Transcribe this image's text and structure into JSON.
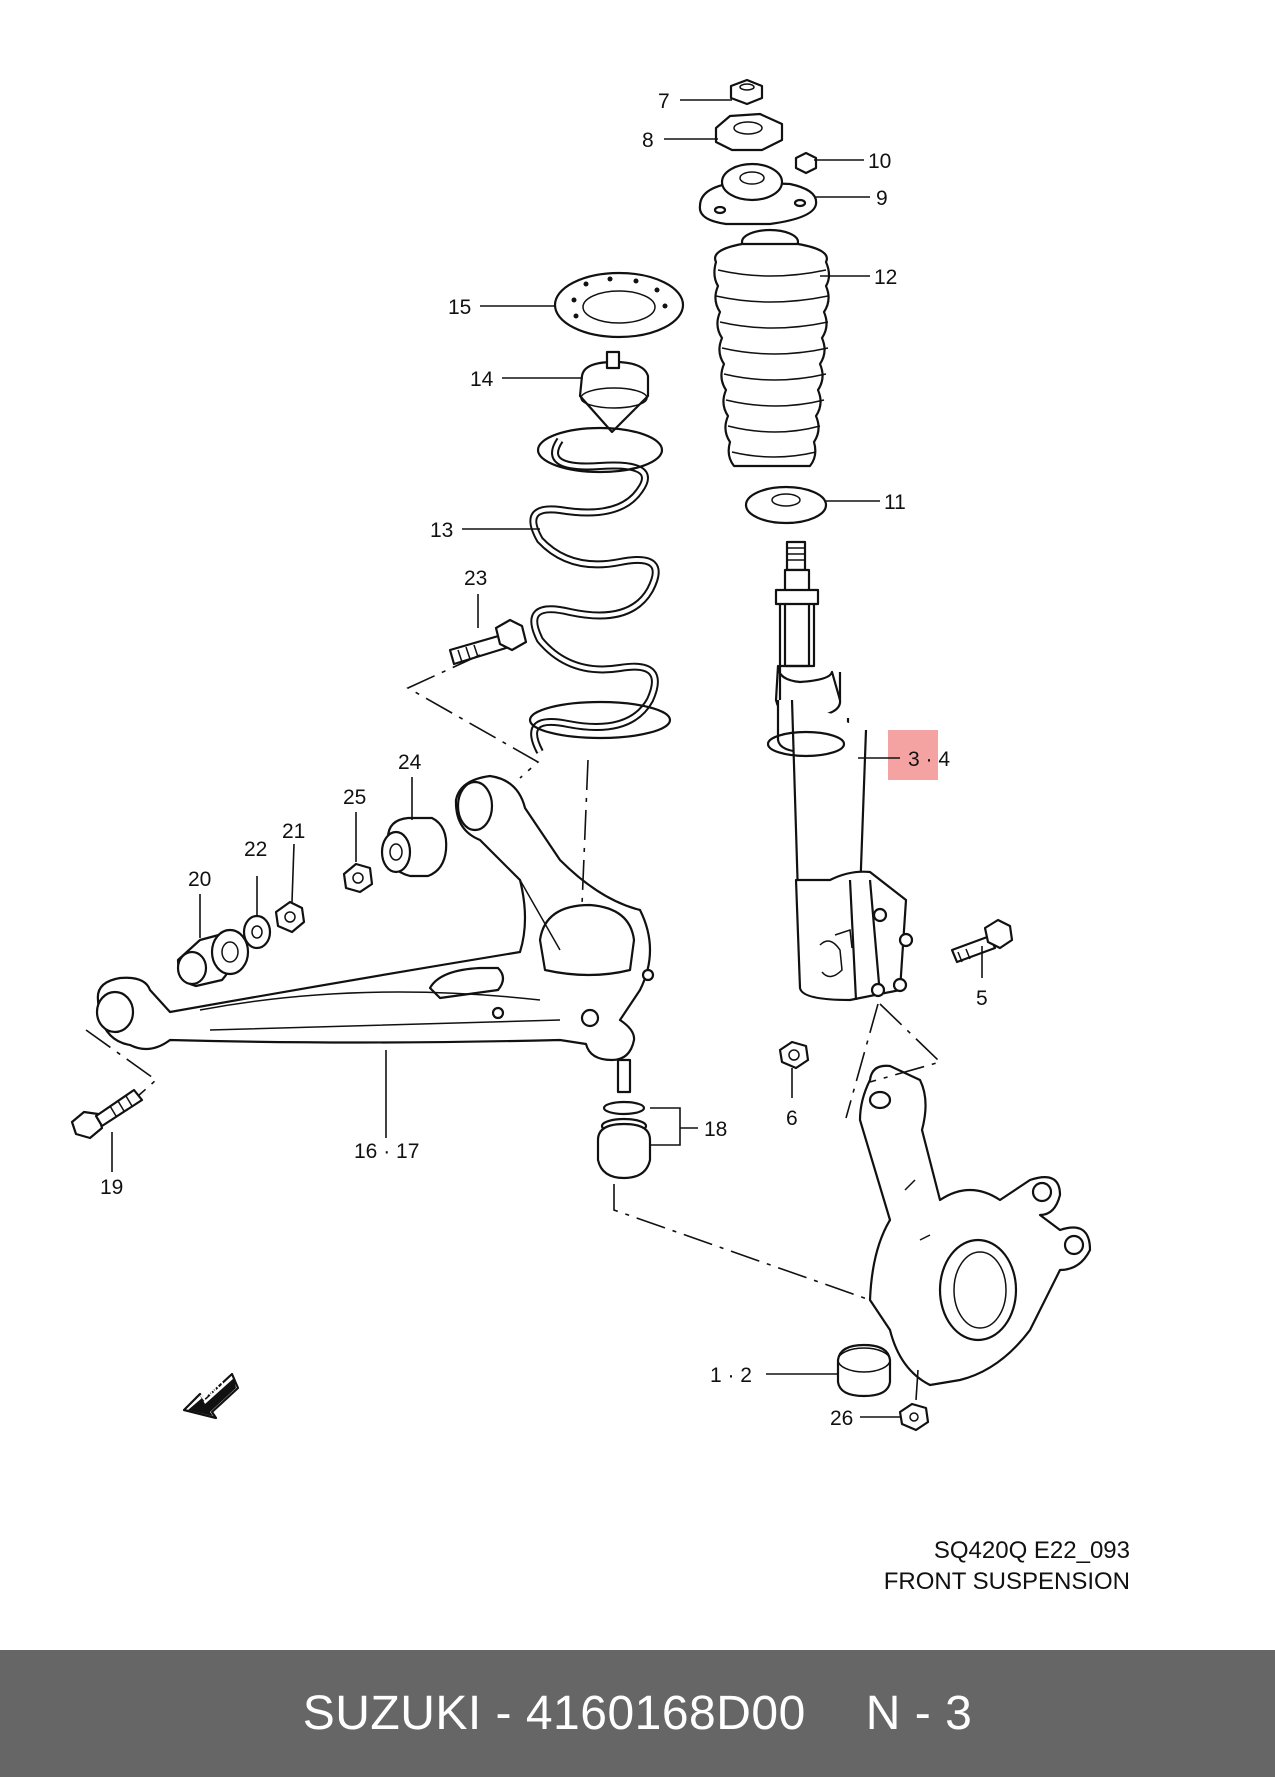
{
  "callouts": {
    "c7": "7",
    "c8": "8",
    "c10": "10",
    "c9": "9",
    "c12": "12",
    "c15": "15",
    "c14": "14",
    "c11": "11",
    "c13": "13",
    "c23": "23",
    "c34": "3 · 4",
    "c24": "24",
    "c25": "25",
    "c21": "21",
    "c22": "22",
    "c20": "20",
    "c5": "5",
    "c6": "6",
    "c18": "18",
    "c1617": "16 · 17",
    "c19": "19",
    "c12b": "1 · 2",
    "c26": "26"
  },
  "fwd_icon": "FWD",
  "caption": {
    "code": "SQ420Q E22_093",
    "title": "FRONT SUSPENSION"
  },
  "footer": {
    "label": "SUZUKI - 4160168D00",
    "page": "N - 3"
  },
  "colors": {
    "highlight": "#f28b8b",
    "footer_bg": "#666666"
  }
}
